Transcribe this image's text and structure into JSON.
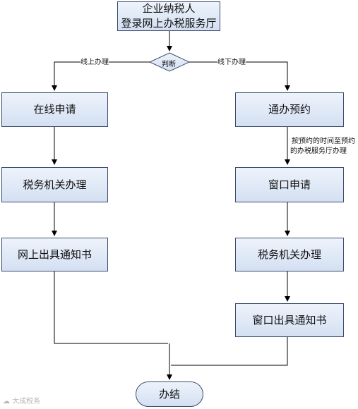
{
  "start": {
    "line1": "企业纳税人",
    "line2": "登录网上办税服务厅"
  },
  "decision": {
    "label": "判断"
  },
  "branches": {
    "online_label": "线上办理",
    "offline_label": "线下办理"
  },
  "online_steps": [
    "在线申请",
    "税务机关办理",
    "网上出具通知书"
  ],
  "offline_steps": [
    "通办预约",
    "窗口申请",
    "税务机关办理",
    "窗口出具通知书"
  ],
  "offline_note": {
    "line1": "按预约的时间至预约",
    "line2": "的办税服务厅办理"
  },
  "end": {
    "label": "办结"
  },
  "watermark": "大成税务",
  "colors": {
    "box_fill_top": "#eef3fb",
    "box_fill_bottom": "#d3e0f2",
    "border": "#3c4b6a",
    "line": "#000000"
  }
}
